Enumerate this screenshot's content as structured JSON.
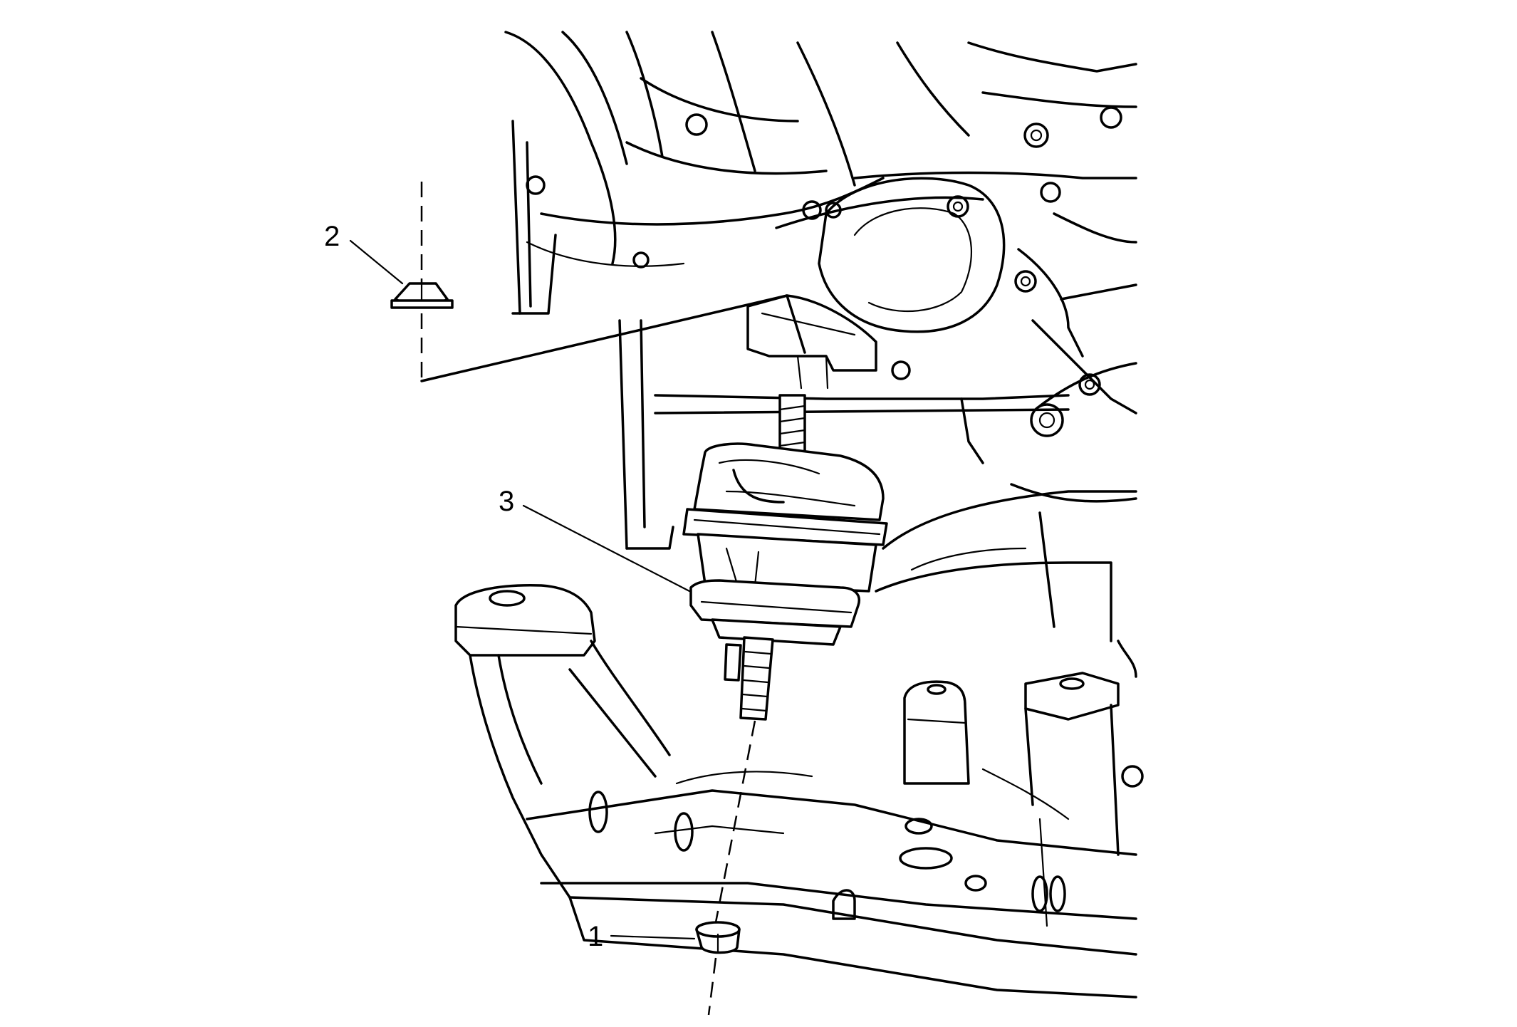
{
  "callouts": [
    {
      "id": "1",
      "label": "1",
      "part": "lower-nut"
    },
    {
      "id": "2",
      "label": "2",
      "part": "upper-nut"
    },
    {
      "id": "3",
      "label": "3",
      "part": "engine-mount"
    }
  ]
}
